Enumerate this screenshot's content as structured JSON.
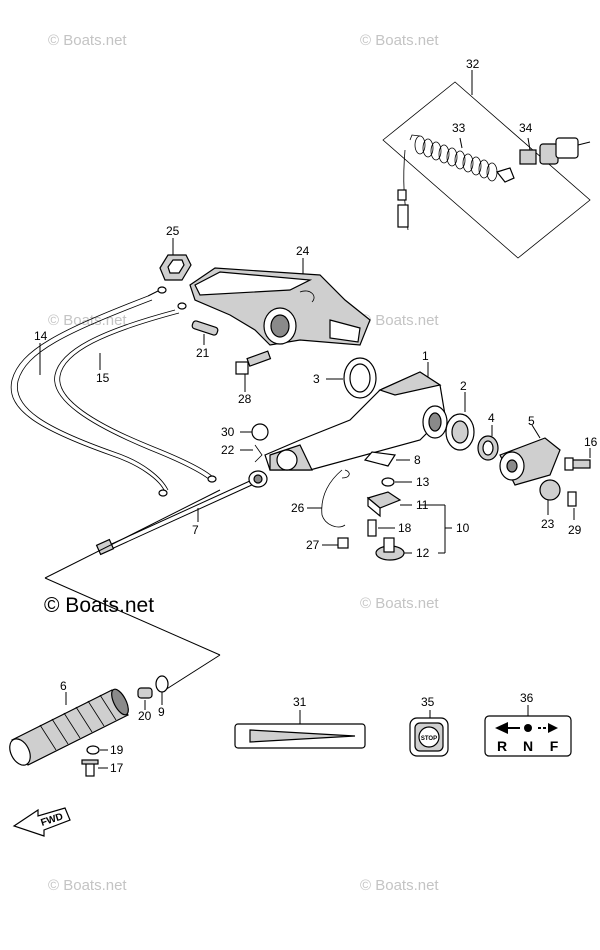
{
  "watermarks": {
    "text": "© Boats.net",
    "main_text": "© Boats.net"
  },
  "parts": [
    "1",
    "2",
    "3",
    "4",
    "5",
    "6",
    "7",
    "8",
    "9",
    "10",
    "11",
    "12",
    "13",
    "14",
    "15",
    "16",
    "17",
    "18",
    "19",
    "20",
    "21",
    "22",
    "23",
    "24",
    "25",
    "26",
    "27",
    "28",
    "29",
    "30",
    "31",
    "32",
    "33",
    "34",
    "35",
    "36"
  ],
  "stickers": {
    "stop_label": "STOP",
    "shift_r": "R",
    "shift_n": "N",
    "shift_f": "F",
    "fwd_label": "FWD"
  }
}
